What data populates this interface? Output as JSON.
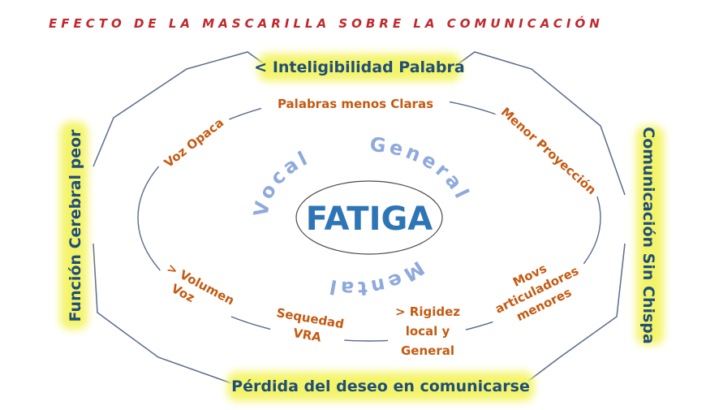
{
  "title": "EFECTO DE LA MASCARILLA SOBRE LA COMUNICACIÓN",
  "center": "FATIGA",
  "arcs": {
    "left": "Vocal",
    "right": "General",
    "bottom": "Mental"
  },
  "outer": {
    "top": "< Inteligibilidad Palabra",
    "left": "Función Cerebral peor",
    "right": "Comunicación Sin Chispa",
    "bottom": "Pérdida del deseo en comunicarse"
  },
  "inner": {
    "top": "Palabras menos Claras",
    "top_left": "Voz Opaca",
    "top_right": "Menor Proyección",
    "bottom_left": [
      "> Volumen",
      "Voz"
    ],
    "bottom_center": [
      "Sequedad",
      "VRA"
    ],
    "bottom_center_right": [
      "> Rigidez",
      "local y",
      "General"
    ],
    "bottom_right": [
      "Movs",
      "articuladores",
      "menores"
    ]
  },
  "colors": {
    "title": "#c0282d",
    "outer_text": "#1f4e79",
    "inner_text": "#c55a11",
    "center_text": "#2e75b6",
    "arc_text": "#8ea9db",
    "highlight": "#f4f46a",
    "lines": "#5b6b8c"
  }
}
